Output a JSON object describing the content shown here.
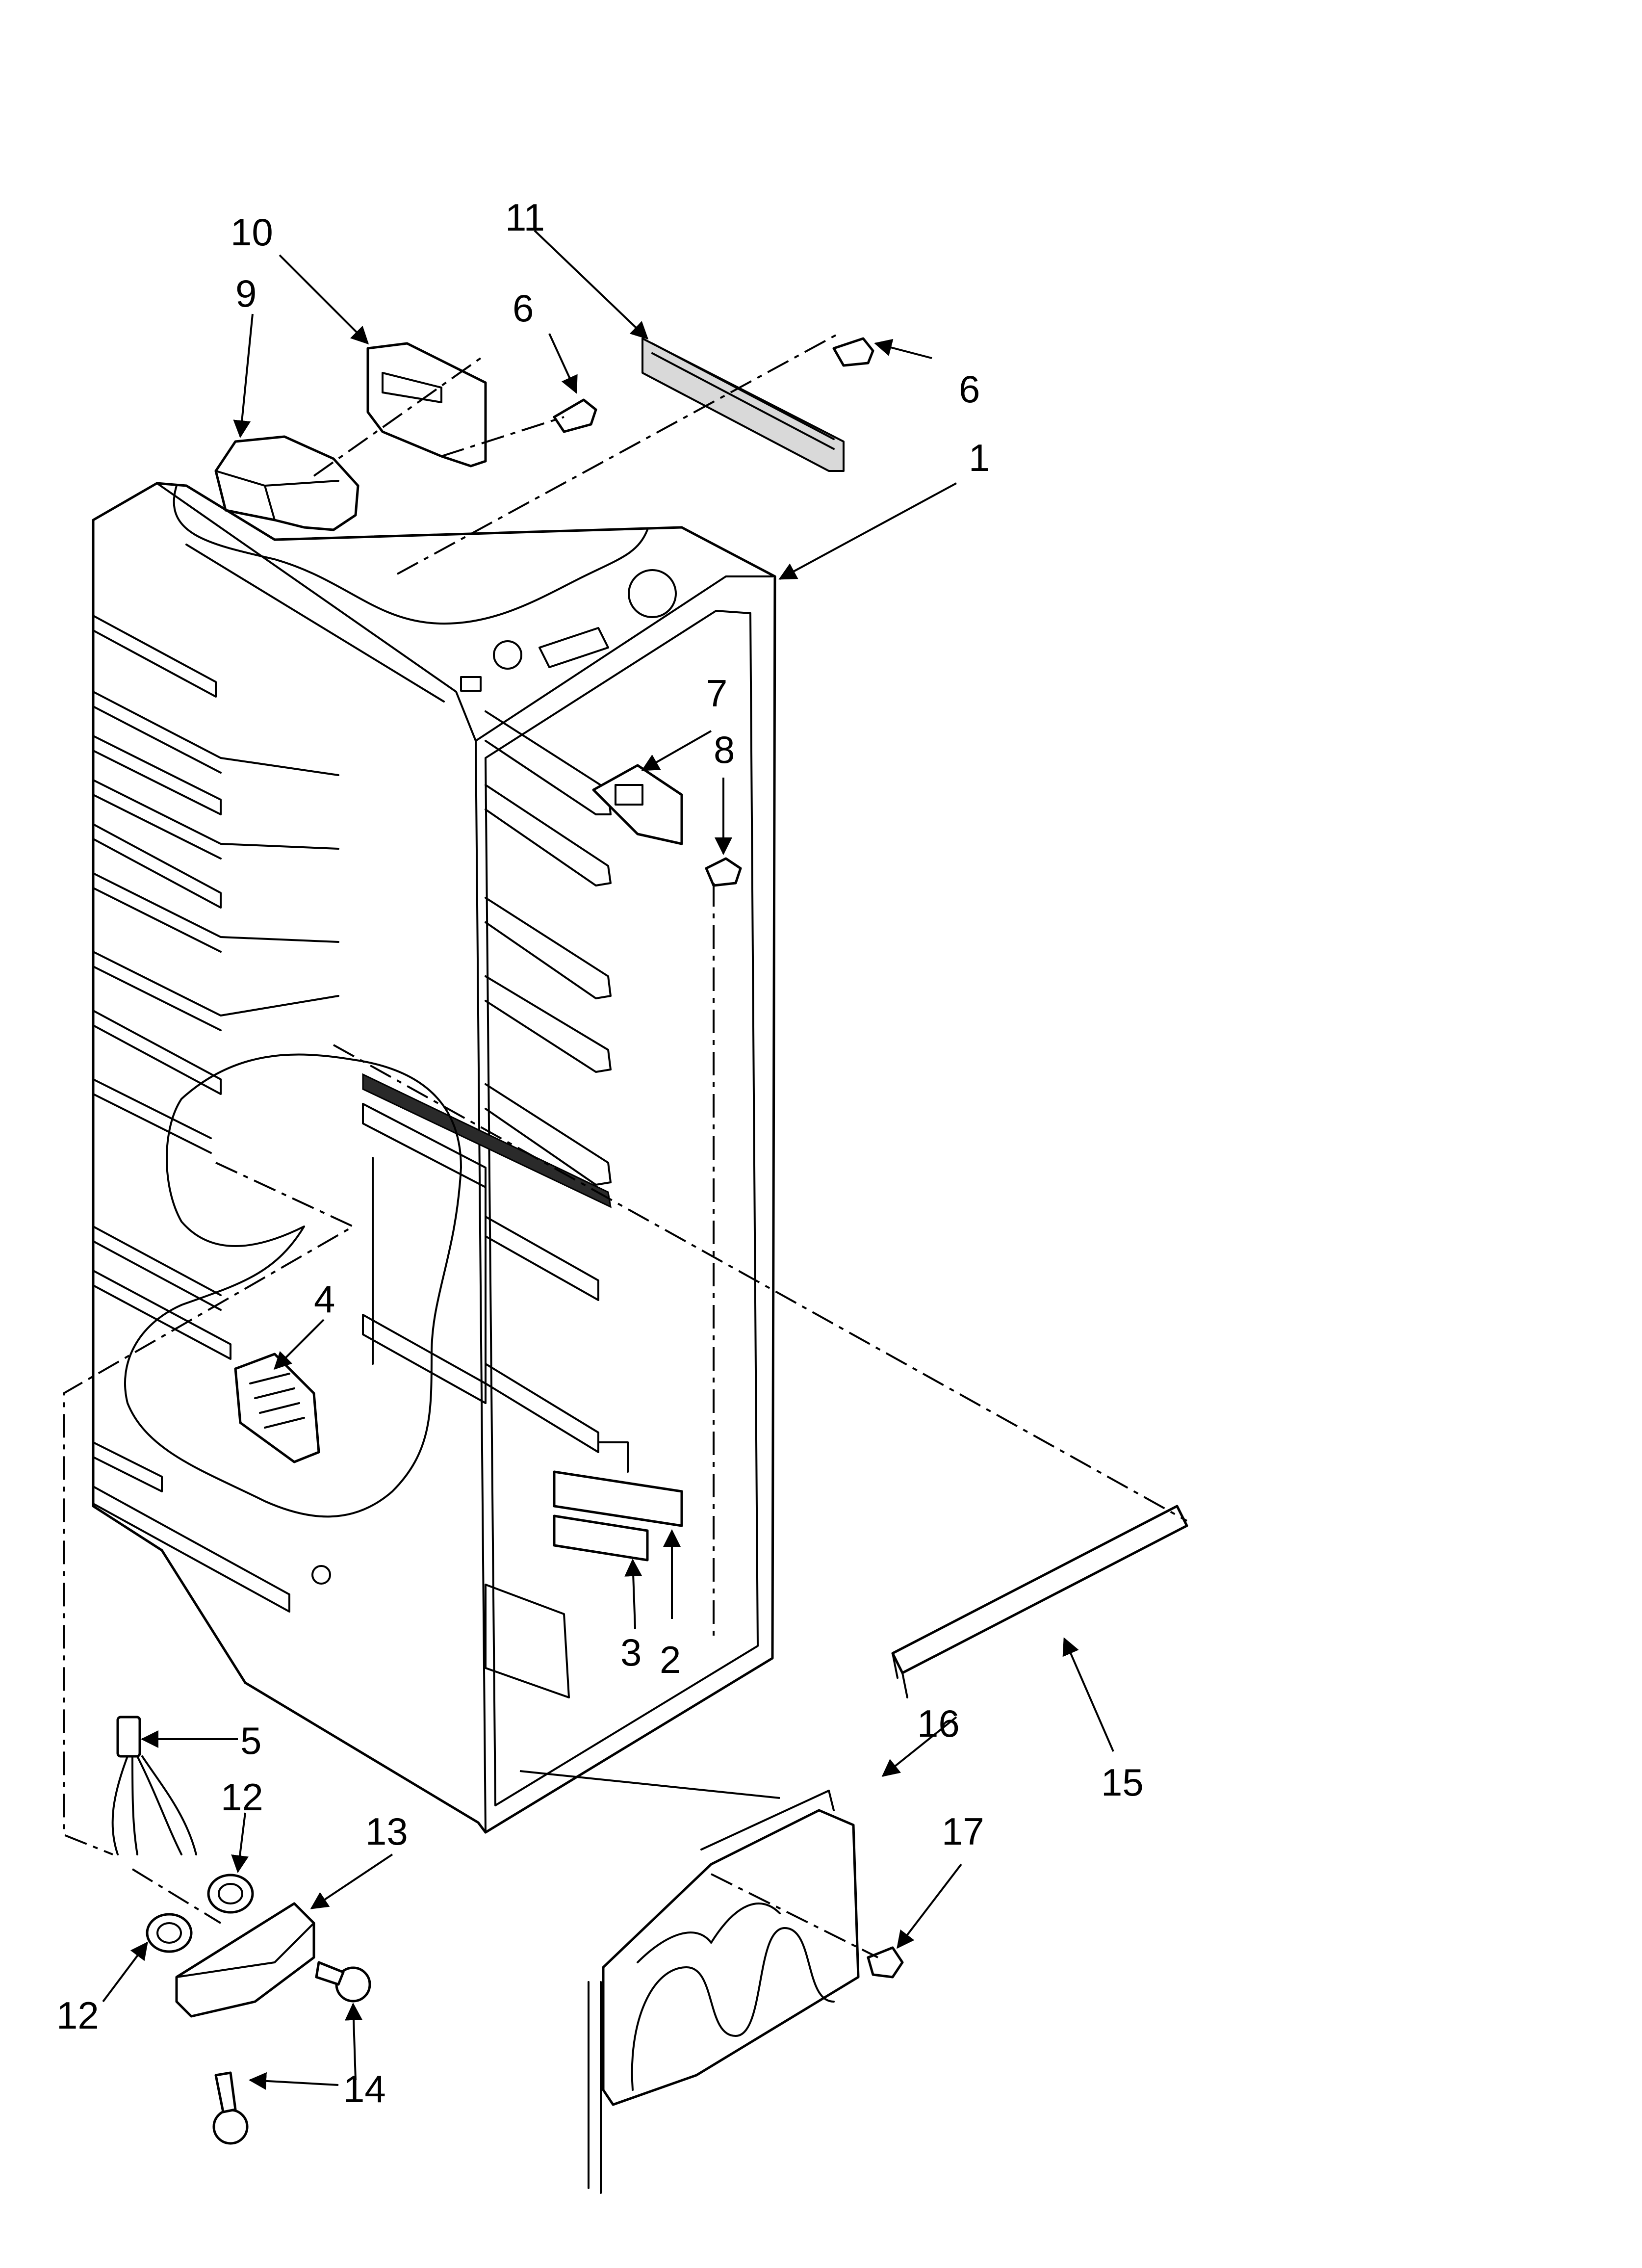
{
  "callouts": {
    "c1": "1",
    "c2": "2",
    "c3": "3",
    "c4": "4",
    "c5": "5",
    "c6_top": "6",
    "c6_right": "6",
    "c7": "7",
    "c8": "8",
    "c9": "9",
    "c10": "10",
    "c11": "11",
    "c12_upper": "12",
    "c12_lower": "12",
    "c13": "13",
    "c14": "14",
    "c15": "15",
    "c16": "16",
    "c17": "17"
  },
  "colors": {
    "line": "#000000",
    "background": "#ffffff",
    "shade": "#d9d9d9"
  }
}
